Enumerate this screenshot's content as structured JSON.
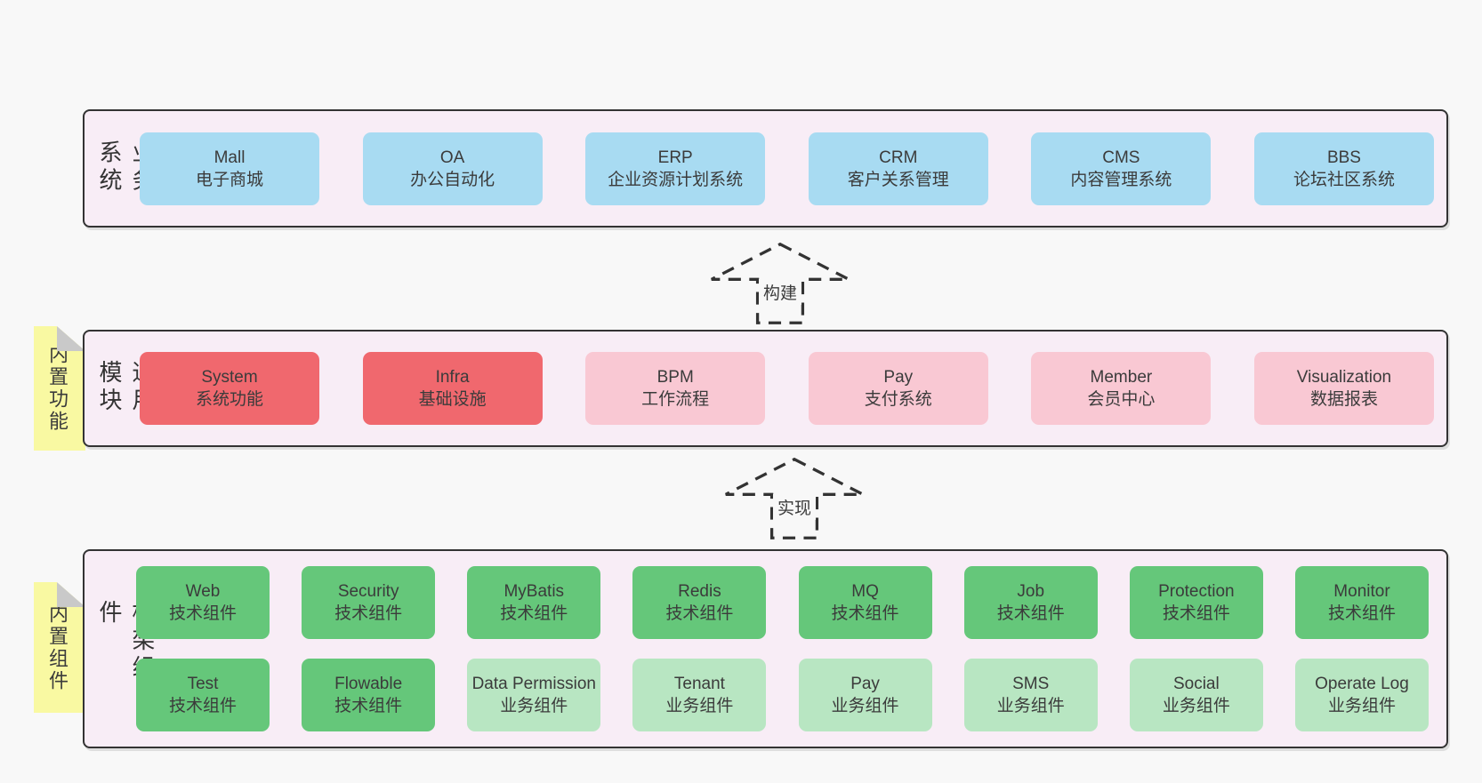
{
  "colors": {
    "page_bg": "#f8f8f8",
    "band_bg": "#f8edf6",
    "band_border": "#333333",
    "box_blue": "#a8dbf2",
    "box_red": "#f0686e",
    "box_pink": "#f9c8d3",
    "box_green": "#65c77a",
    "box_light_green": "#b8e6c2",
    "note_yellow": "#f9f9a2",
    "fold_gray": "#c9c9c9",
    "text": "#3b3b3b"
  },
  "arrows": [
    {
      "label": "构建"
    },
    {
      "label": "实现"
    }
  ],
  "bands": [
    {
      "label": "业务系统",
      "boxes": [
        {
          "en": "Mall",
          "zh": "电子商城"
        },
        {
          "en": "OA",
          "zh": "办公自动化"
        },
        {
          "en": "ERP",
          "zh": "企业资源计划系统"
        },
        {
          "en": "CRM",
          "zh": "客户关系管理"
        },
        {
          "en": "CMS",
          "zh": "内容管理系统"
        },
        {
          "en": "BBS",
          "zh": "论坛社区系统"
        }
      ]
    },
    {
      "label": "通用模块",
      "note": "内置功能",
      "boxes": [
        {
          "en": "System",
          "zh": "系统功能"
        },
        {
          "en": "Infra",
          "zh": "基础设施"
        },
        {
          "en": "BPM",
          "zh": "工作流程"
        },
        {
          "en": "Pay",
          "zh": "支付系统"
        },
        {
          "en": "Member",
          "zh": "会员中心"
        },
        {
          "en": "Visualization",
          "zh": "数据报表"
        }
      ]
    },
    {
      "label": "框架组件",
      "note": "内置组件",
      "rows": [
        [
          {
            "en": "Web",
            "zh": "技术组件"
          },
          {
            "en": "Security",
            "zh": "技术组件"
          },
          {
            "en": "MyBatis",
            "zh": "技术组件"
          },
          {
            "en": "Redis",
            "zh": "技术组件"
          },
          {
            "en": "MQ",
            "zh": "技术组件"
          },
          {
            "en": "Job",
            "zh": "技术组件"
          },
          {
            "en": "Protection",
            "zh": "技术组件"
          },
          {
            "en": "Monitor",
            "zh": "技术组件"
          }
        ],
        [
          {
            "en": "Test",
            "zh": "技术组件"
          },
          {
            "en": "Flowable",
            "zh": "技术组件"
          },
          {
            "en": "Data Permission",
            "zh": "业务组件"
          },
          {
            "en": "Tenant",
            "zh": "业务组件"
          },
          {
            "en": "Pay",
            "zh": "业务组件"
          },
          {
            "en": "SMS",
            "zh": "业务组件"
          },
          {
            "en": "Social",
            "zh": "业务组件"
          },
          {
            "en": "Operate Log",
            "zh": "业务组件"
          }
        ]
      ]
    }
  ]
}
